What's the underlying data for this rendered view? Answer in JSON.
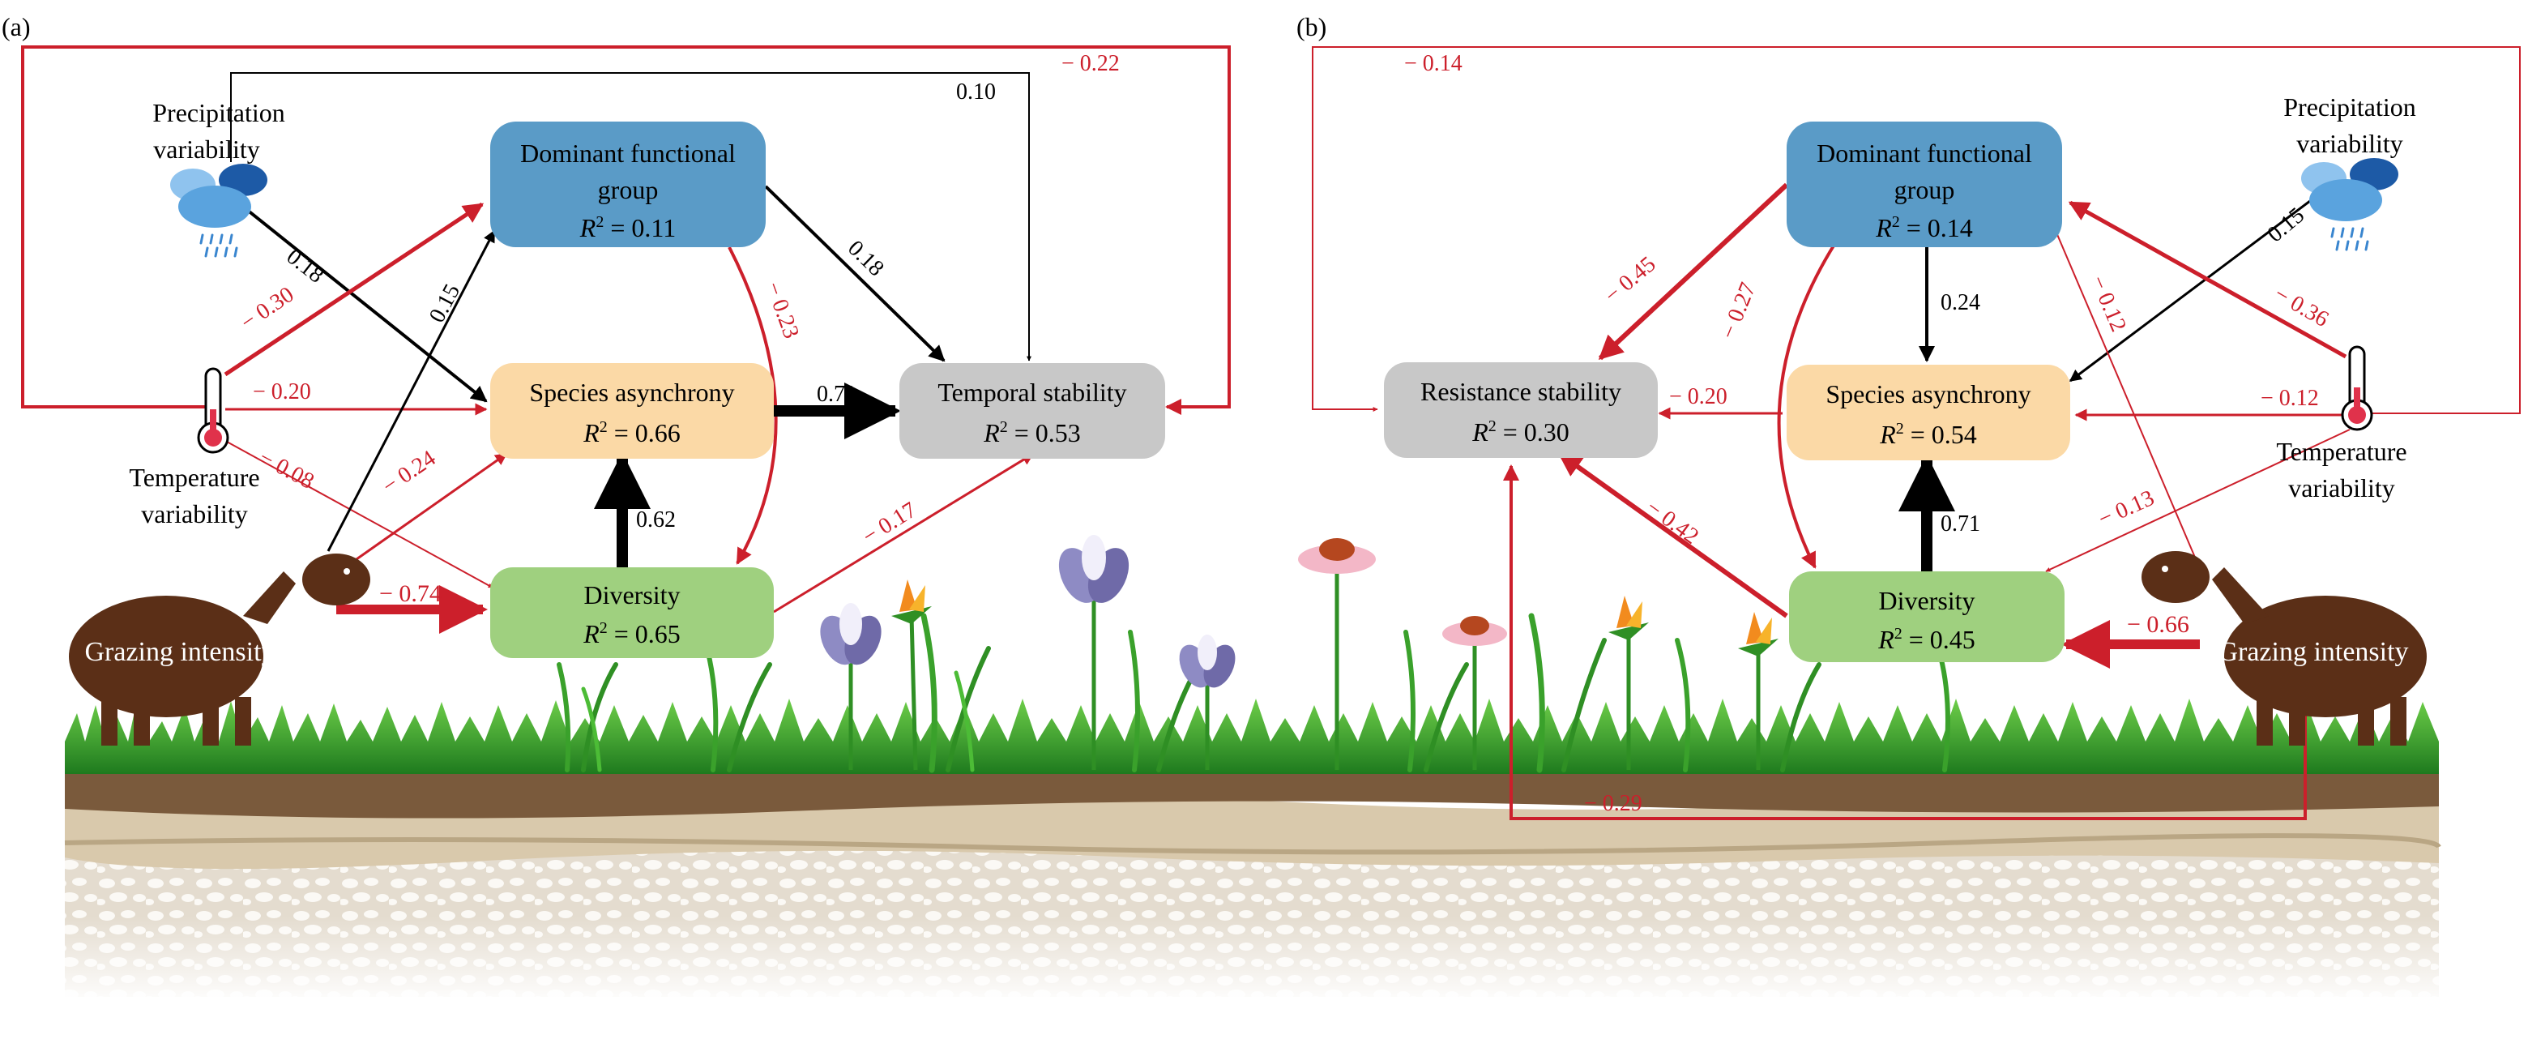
{
  "colors": {
    "red": "#cc1f2b",
    "black": "#000000",
    "dominant_box": "#5a9bc7",
    "asynchrony_box": "#fbd9a6",
    "stability_box": "#c8c8c8",
    "diversity_box": "#9fd07f",
    "sheep": "#5b2f17",
    "soil": "#d9c9ac",
    "grass": "#3aa12b"
  },
  "panel_a": {
    "label": "(a)",
    "nodes": {
      "dominant": {
        "line1": "Dominant functional",
        "line2": "group",
        "r2_prefix": "R",
        "r2_sup": "2",
        "r2_value": " = 0.11"
      },
      "asynchrony": {
        "line1": "Species asynchrony",
        "r2_prefix": "R",
        "r2_sup": "2",
        "r2_value": " = 0.66"
      },
      "stability": {
        "line1": "Temporal stability",
        "r2_prefix": "R",
        "r2_sup": "2",
        "r2_value": " = 0.53"
      },
      "diversity": {
        "line1": "Diversity",
        "r2_prefix": "R",
        "r2_sup": "2",
        "r2_value": " = 0.65"
      }
    },
    "drivers": {
      "precipitation": [
        "Precipitation",
        "variability"
      ],
      "temperature": [
        "Temperature",
        "variability"
      ],
      "grazing": "Grazing intensity"
    },
    "coefficients": {
      "prec_to_stab": "0.10",
      "temp_to_stab": "− 0.22",
      "prec_to_async": "0.18",
      "temp_to_dom": "− 0.30",
      "temp_to_async": "− 0.20",
      "temp_to_div": "− 0.08",
      "graz_to_dom": "0.15",
      "graz_to_async": "− 0.24",
      "graz_to_div": "− 0.74",
      "dom_to_stab": "0.18",
      "dom_to_div": "− 0.23",
      "async_to_stab": "0.71",
      "div_to_async": "0.62",
      "div_to_stab": "− 0.17"
    }
  },
  "panel_b": {
    "label": "(b)",
    "nodes": {
      "dominant": {
        "line1": "Dominant functional",
        "line2": "group",
        "r2_prefix": "R",
        "r2_sup": "2",
        "r2_value": " = 0.14"
      },
      "asynchrony": {
        "line1": "Species asynchrony",
        "r2_prefix": "R",
        "r2_sup": "2",
        "r2_value": " = 0.54"
      },
      "stability": {
        "line1": "Resistance stability",
        "r2_prefix": "R",
        "r2_sup": "2",
        "r2_value": " = 0.30"
      },
      "diversity": {
        "line1": "Diversity",
        "r2_prefix": "R",
        "r2_sup": "2",
        "r2_value": " = 0.45"
      }
    },
    "drivers": {
      "precipitation": [
        "Precipitation",
        "variability"
      ],
      "temperature": [
        "Temperature",
        "variability"
      ],
      "grazing": "Grazing intensity"
    },
    "coefficients": {
      "temp_to_stab": "− 0.14",
      "dom_to_stab": "− 0.45",
      "dom_to_div": "− 0.27",
      "dom_to_async": "0.24",
      "prec_to_async": "0.15",
      "temp_to_dom": "− 0.36",
      "temp_to_async": "− 0.12",
      "temp_to_div": "− 0.13",
      "graz_to_dom": "− 0.12",
      "graz_to_div": "− 0.66",
      "graz_to_stab": "− 0.29",
      "async_to_stab": "− 0.20",
      "div_to_stab": "− 0.42",
      "div_to_async": "0.71"
    }
  }
}
